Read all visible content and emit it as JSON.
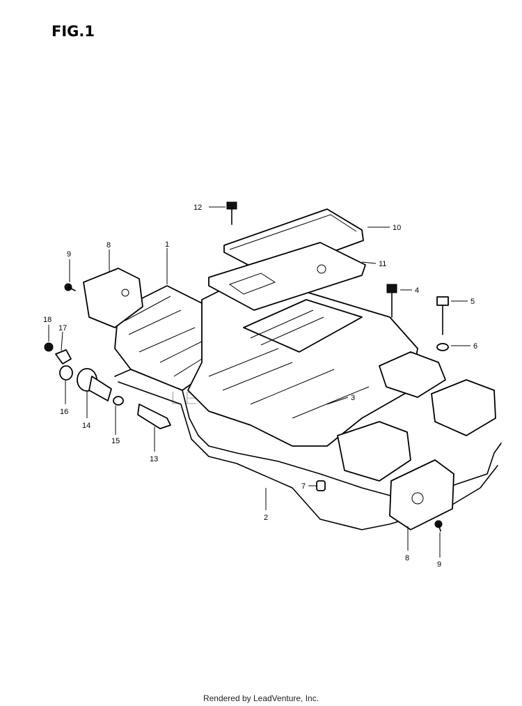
{
  "figure": {
    "title": "FIG.1"
  },
  "watermark": "LEADVENTURE",
  "footer": "Rendered by LeadVenture, Inc.",
  "callouts": [
    {
      "id": "c12",
      "label": "12"
    },
    {
      "id": "c10",
      "label": "10"
    },
    {
      "id": "c11",
      "label": "11"
    },
    {
      "id": "c8a",
      "label": "8"
    },
    {
      "id": "c1",
      "label": "1"
    },
    {
      "id": "c9a",
      "label": "9"
    },
    {
      "id": "c4",
      "label": "4"
    },
    {
      "id": "c5",
      "label": "5"
    },
    {
      "id": "c6",
      "label": "6"
    },
    {
      "id": "c18",
      "label": "18"
    },
    {
      "id": "c17",
      "label": "17"
    },
    {
      "id": "c16",
      "label": "16"
    },
    {
      "id": "c14",
      "label": "14"
    },
    {
      "id": "c15",
      "label": "15"
    },
    {
      "id": "c13",
      "label": "13"
    },
    {
      "id": "c3",
      "label": "3"
    },
    {
      "id": "c7",
      "label": "7"
    },
    {
      "id": "c2",
      "label": "2"
    },
    {
      "id": "c8b",
      "label": "8"
    },
    {
      "id": "c9b",
      "label": "9"
    }
  ]
}
